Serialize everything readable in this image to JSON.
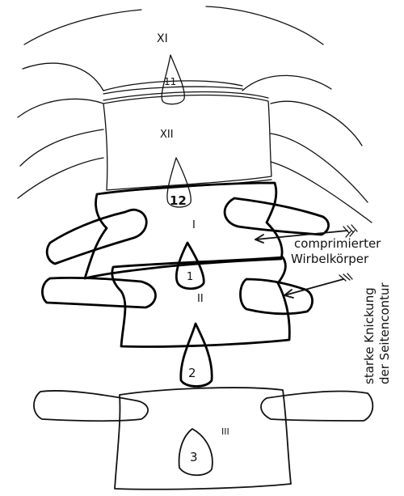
{
  "vertebrae": {
    "xi": {
      "label": "XI",
      "body_number": "11"
    },
    "xii": {
      "label": "XII",
      "body_number": "12"
    },
    "l1": {
      "label": "I",
      "body_number": "1"
    },
    "l2": {
      "label": "II",
      "body_number": "2"
    },
    "l3": {
      "label": "III",
      "body_number": "3"
    }
  },
  "annotations": {
    "compressed": {
      "line1": "comprimierter",
      "line2": "Wirbelkörper"
    },
    "kink": {
      "line1": "starke Knickung",
      "line2": "der Seitencontur"
    }
  }
}
